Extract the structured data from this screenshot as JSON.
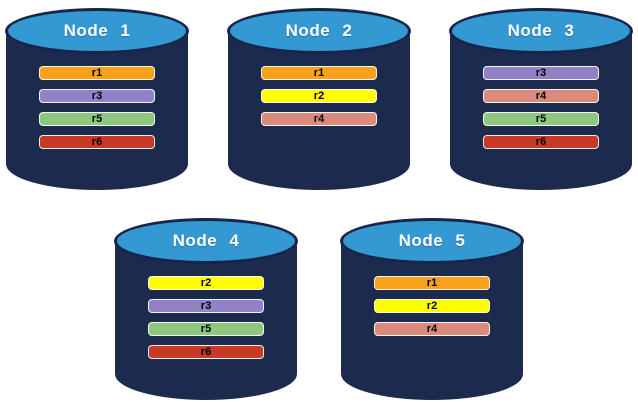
{
  "diagram": {
    "background": "#FFFFFF",
    "cylinder_style": {
      "body_color": "#1C2B4D",
      "top_ellipse_color": "#3498D3",
      "outline_color": "#162549",
      "title_color": "#FFFFFF",
      "bar_text_color": "#000000"
    },
    "replica_colors": {
      "r1": "#F9A11B",
      "r2": "#FFFF00",
      "r3": "#9182C8",
      "r4": "#D98A7B",
      "r5": "#8DC87E",
      "r6": "#C63A26"
    },
    "nodes": [
      {
        "label": "Node 1",
        "row": 1,
        "replicas": [
          "r1",
          "r3",
          "r5",
          "r6"
        ]
      },
      {
        "label": "Node 2",
        "row": 1,
        "replicas": [
          "r1",
          "r2",
          "r4"
        ]
      },
      {
        "label": "Node 3",
        "row": 1,
        "replicas": [
          "r3",
          "r4",
          "r5",
          "r6"
        ]
      },
      {
        "label": "Node 4",
        "row": 2,
        "replicas": [
          "r2",
          "r3",
          "r5",
          "r6"
        ]
      },
      {
        "label": "Node 5",
        "row": 2,
        "replicas": [
          "r1",
          "r2",
          "r4"
        ]
      }
    ]
  }
}
